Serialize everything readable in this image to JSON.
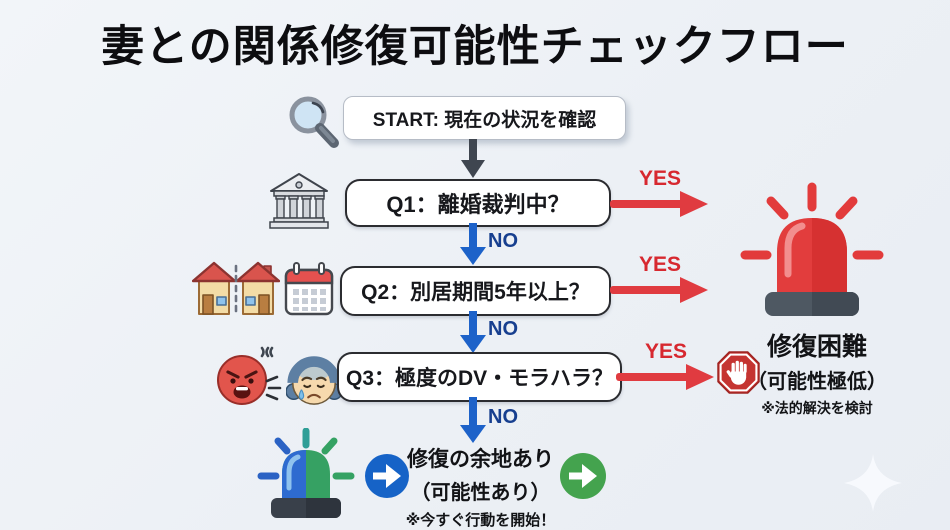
{
  "title": "妻との関係修復可能性チェックフロー",
  "flow": {
    "start": {
      "label": "START: 現在の状況を確認",
      "icon": "magnifier-icon"
    },
    "questions": [
      {
        "id": "Q1",
        "label": "Q1：離婚裁判中？",
        "yes_label": "YES",
        "no_label": "NO",
        "icons": [
          "courthouse-icon"
        ]
      },
      {
        "id": "Q2",
        "label": "Q2：別居期間5年以上？",
        "yes_label": "YES",
        "no_label": "NO",
        "icons": [
          "separated-houses-icon",
          "calendar-icon"
        ]
      },
      {
        "id": "Q3",
        "label": "Q3：極度のDV・モラハラ？",
        "yes_label": "YES",
        "no_label": "NO",
        "icons": [
          "angry-face-icon",
          "sad-face-icon"
        ]
      }
    ],
    "yes_outcome": {
      "title": "修復困難",
      "subtitle": "（可能性極低）",
      "note": "※法的解決を検討",
      "icons": [
        "red-siren-icon",
        "stop-hand-icon"
      ]
    },
    "no_outcome": {
      "title": "修復の余地あり",
      "subtitle": "（可能性あり）",
      "note": "※今すぐ行動を開始！",
      "icons": [
        "blue-green-siren-icon",
        "blue-arrow-circle-icon",
        "green-arrow-circle-icon"
      ]
    }
  },
  "colors": {
    "background": "#edf0f5",
    "yes_red": "#d7282f",
    "arrow_red": "#e03b40",
    "no_blue": "#173f8f",
    "arrow_blue": "#1d62c9",
    "arrow_dark": "#3f4650",
    "box_border": "#2b2c30",
    "box_fill": "#ffffff",
    "good_green": "#44a34e",
    "good_blue": "#1663c7"
  }
}
